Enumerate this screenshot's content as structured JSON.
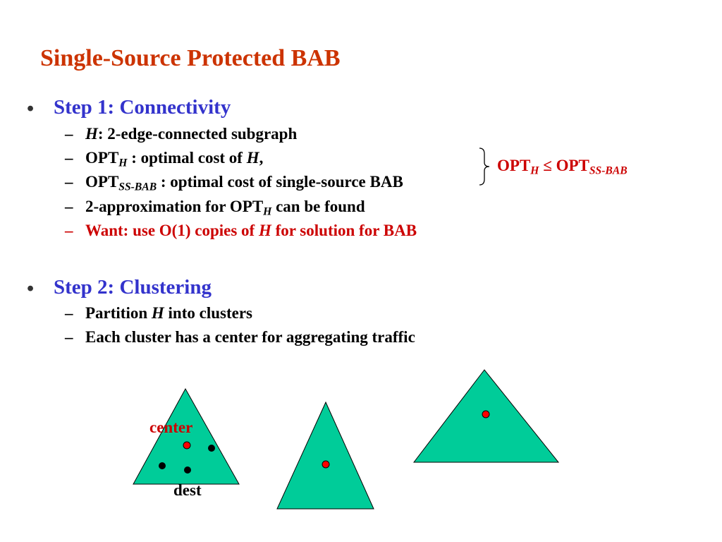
{
  "title": "Single-Source Protected BAB",
  "step1": {
    "bullet": "•",
    "label": "Step 1: Connectivity",
    "items": [
      {
        "dash": "–",
        "h": "H",
        "rest": ": 2-edge-connected subgraph"
      },
      {
        "dash": "–",
        "pre": "OPT",
        "sub": "H",
        "mid": " : optimal cost of ",
        "h": "H",
        "post": ","
      },
      {
        "dash": "–",
        "pre": "OPT",
        "sub": "SS-BAB",
        "mid": " : optimal cost of single-source BAB"
      },
      {
        "dash": "–",
        "pre": "2-approximation for OPT",
        "sub": "H",
        "post": " can be found"
      },
      {
        "dash": "–",
        "pre": "Want: use O(1) copies of ",
        "h": "H",
        "post": " for solution for BAB"
      }
    ]
  },
  "note": {
    "opt1": "OPT",
    "sub1": "H",
    "op": " ≤ ",
    "opt2": "OPT",
    "sub2": "SS-BAB"
  },
  "step2": {
    "bullet": "•",
    "label": "Step 2: Clustering",
    "items": [
      {
        "dash": "–",
        "pre": "Partition ",
        "h": "H",
        "post": " into clusters"
      },
      {
        "dash": "–",
        "text": "Each cluster has a center for aggregating traffic"
      }
    ]
  },
  "diagram": {
    "center_label": "center",
    "dest_label": "dest",
    "fill_color": "#00cc99",
    "center_color": "#ff0000",
    "dest_color": "#000000"
  }
}
